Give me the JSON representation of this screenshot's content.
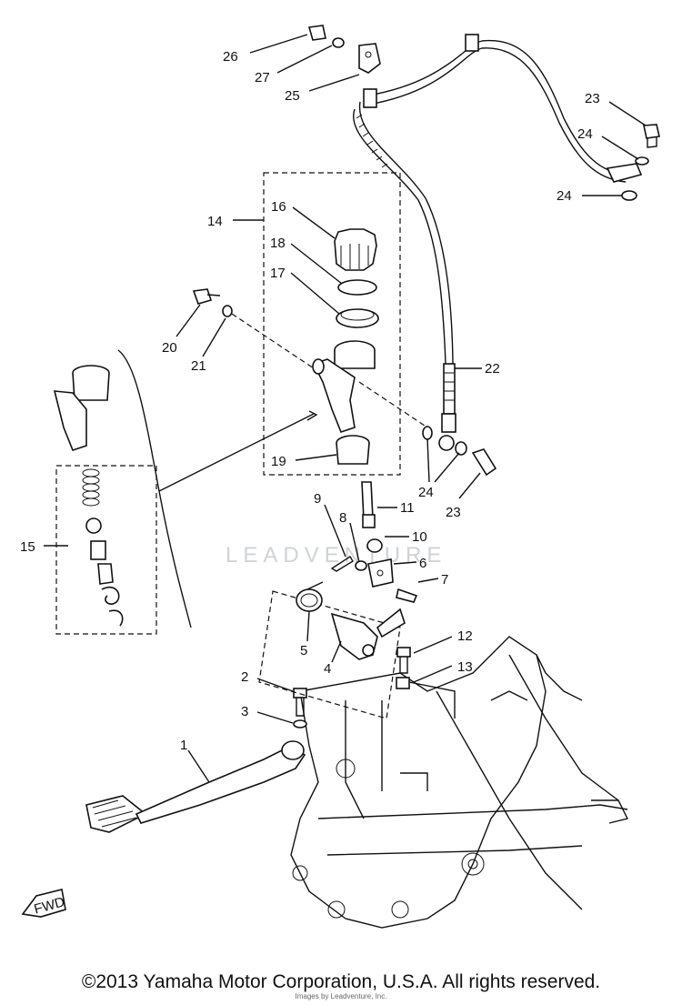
{
  "diagram": {
    "callouts": [
      {
        "id": "c26",
        "label": "26"
      },
      {
        "id": "c27",
        "label": "27"
      },
      {
        "id": "c25",
        "label": "25"
      },
      {
        "id": "c23a",
        "label": "23"
      },
      {
        "id": "c24a",
        "label": "24"
      },
      {
        "id": "c24b",
        "label": "24"
      },
      {
        "id": "c14",
        "label": "14"
      },
      {
        "id": "c16",
        "label": "16"
      },
      {
        "id": "c18",
        "label": "18"
      },
      {
        "id": "c17",
        "label": "17"
      },
      {
        "id": "c20",
        "label": "20"
      },
      {
        "id": "c21",
        "label": "21"
      },
      {
        "id": "c22",
        "label": "22"
      },
      {
        "id": "c19",
        "label": "19"
      },
      {
        "id": "c24c",
        "label": "24"
      },
      {
        "id": "c23b",
        "label": "23"
      },
      {
        "id": "c9",
        "label": "9"
      },
      {
        "id": "c11",
        "label": "11"
      },
      {
        "id": "c8",
        "label": "8"
      },
      {
        "id": "c10",
        "label": "10"
      },
      {
        "id": "c6",
        "label": "6"
      },
      {
        "id": "c15",
        "label": "15"
      },
      {
        "id": "c7",
        "label": "7"
      },
      {
        "id": "c5",
        "label": "5"
      },
      {
        "id": "c4",
        "label": "4"
      },
      {
        "id": "c12",
        "label": "12"
      },
      {
        "id": "c13",
        "label": "13"
      },
      {
        "id": "c2",
        "label": "2"
      },
      {
        "id": "c3",
        "label": "3"
      },
      {
        "id": "c1",
        "label": "1"
      }
    ],
    "fwd_label": "FWD",
    "watermark": "LEADVENTURE"
  },
  "footer": {
    "copyright": "©2013 Yamaha Motor Corporation, U.S.A. All rights reserved.",
    "small_note": "Images by Leadventure, Inc."
  }
}
